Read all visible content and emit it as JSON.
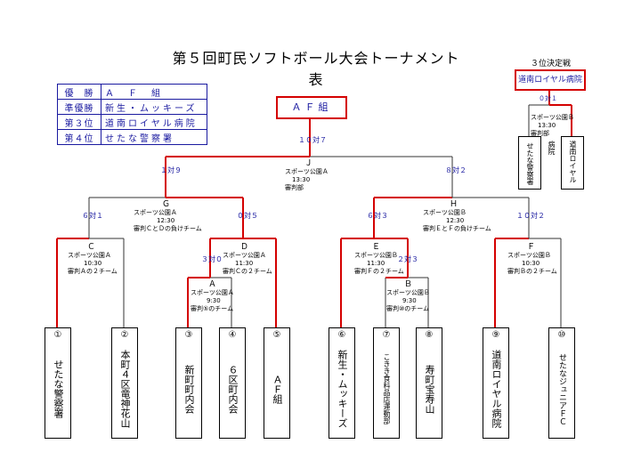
{
  "title": "第５回町民ソフトボール大会トーナメント表",
  "results": [
    {
      "rank": "優　勝",
      "team": "Ａ　Ｆ　組"
    },
    {
      "rank": "準優勝",
      "team": "新生・ムッキーズ"
    },
    {
      "rank": "第３位",
      "team": "道南ロイヤル病院"
    },
    {
      "rank": "第４位",
      "team": "せたな警察署"
    }
  ],
  "champion": "ＡＦ組",
  "third_place": {
    "label": "３位決定戦",
    "winner": "道南ロイヤル病院",
    "score": "０対１",
    "info": "スポーツ公園Ｂ",
    "time": "13:30",
    "ref": "審判部",
    "team_left": "せたな警察署",
    "team_right": "道南ロイヤル病院"
  },
  "teams": [
    {
      "num": "①",
      "name": "せたな警察署"
    },
    {
      "num": "②",
      "name": "本町４区竜神花山"
    },
    {
      "num": "③",
      "name": "新町町内会"
    },
    {
      "num": "④",
      "name": "６区町内会"
    },
    {
      "num": "⑤",
      "name": "ＡＦ組"
    },
    {
      "num": "⑥",
      "name": "新生・ムッキーズ"
    },
    {
      "num": "⑦",
      "name": "こきき食料品店運動部"
    },
    {
      "num": "⑧",
      "name": "寿町宝寿山"
    },
    {
      "num": "⑨",
      "name": "道南ロイヤル病院"
    },
    {
      "num": "⑩",
      "name": "せたなジュニアＦＣ"
    }
  ],
  "matches": {
    "A": {
      "label": "Ａ",
      "l1": "スポーツ公園Ａ",
      "l2": "9:30",
      "l3": "審判⑤のチーム",
      "score": "３対０"
    },
    "B": {
      "label": "Ｂ",
      "l1": "スポーツ公園Ｂ",
      "l2": "9:30",
      "l3": "審判⑩のチーム",
      "score": "２対３"
    },
    "C": {
      "label": "Ｃ",
      "l1": "スポーツ公園Ａ",
      "l2": "10:30",
      "l3": "審判Ａの２チーム",
      "score": "６対１"
    },
    "D": {
      "label": "Ｄ",
      "l1": "スポーツ公園Ａ",
      "l2": "11:30",
      "l3": "審判Ｃの２チーム",
      "score": "０対５"
    },
    "E": {
      "label": "Ｅ",
      "l1": "スポーツ公園Ｂ",
      "l2": "11:30",
      "l3": "審判Ｆの２チーム",
      "score": "６対３"
    },
    "F": {
      "label": "Ｆ",
      "l1": "スポーツ公園Ｂ",
      "l2": "10:30",
      "l3": "審判Ｂの２チーム",
      "score": "１０対２"
    },
    "G": {
      "label": "Ｇ",
      "l1": "スポーツ公園Ａ",
      "l2": "12:30",
      "l3": "審判ＣとＤの負けチーム",
      "score": "１対９"
    },
    "H": {
      "label": "Ｈ",
      "l1": "スポーツ公園Ｂ",
      "l2": "12:30",
      "l3": "審判ＥとＦの負けチーム",
      "score": "８対２"
    },
    "J": {
      "label": "Ｊ",
      "l1": "スポーツ公園Ａ",
      "l2": "13:30",
      "l3": "審判部",
      "score": "１０対７"
    }
  }
}
